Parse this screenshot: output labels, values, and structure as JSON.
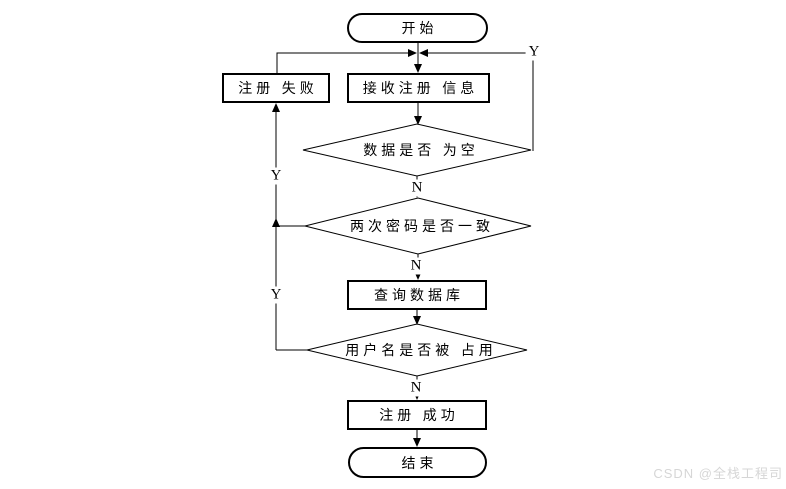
{
  "flowchart": {
    "nodes": {
      "start": "开始",
      "fail": "注册 失败",
      "receive": "接收注册 信息",
      "check_empty": "数据是否 为空",
      "check_password": "两次密码是否一致",
      "query_db": "查询数据库",
      "check_username": "用户名是否被 占用",
      "success": "注册 成功",
      "end": "结束"
    },
    "branches": {
      "y_top": "Y",
      "y_upper": "Y",
      "y_lower": "Y",
      "n_empty": "N",
      "n_password": "N",
      "n_username": "N"
    }
  },
  "watermark": {
    "text": "CSDN @全栈工程司"
  },
  "colors": {
    "line": "#000000",
    "node_fill": "#ffffff",
    "background": "#ffffff",
    "watermark_text": "#d6d6d6"
  }
}
